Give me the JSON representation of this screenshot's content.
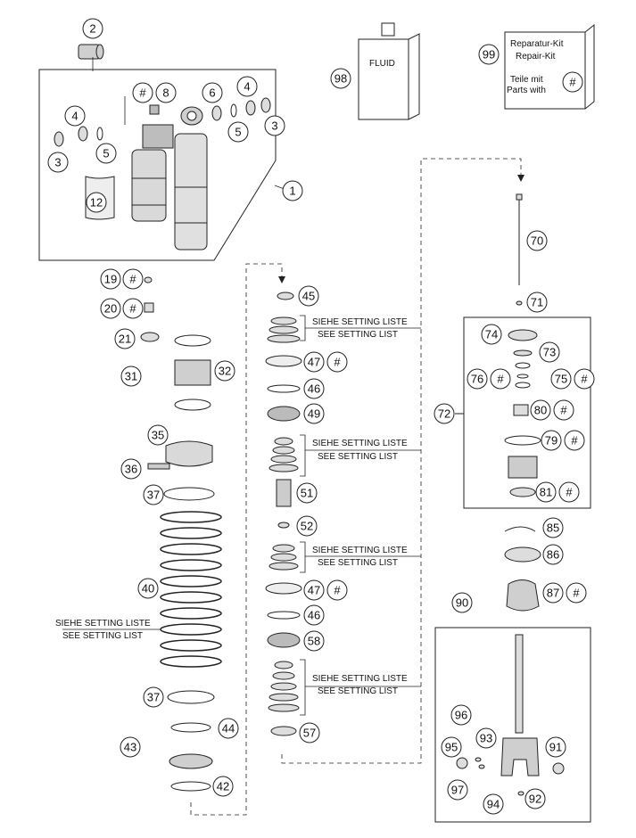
{
  "fluid_label": "FLUID",
  "kit": {
    "line1": "Reparatur-Kit",
    "line2": "Repair-Kit",
    "line3": "Teile mit",
    "line4": "Parts with",
    "symbol": "#"
  },
  "hash_symbol": "#",
  "setting_note": {
    "de": "SIEHE SETTING LISTE",
    "en": "SEE SETTING LIST"
  },
  "callouts": [
    "1",
    "2",
    "3",
    "4",
    "5",
    "6",
    "8",
    "12",
    "19",
    "20",
    "21",
    "31",
    "32",
    "35",
    "36",
    "37",
    "40",
    "42",
    "43",
    "44",
    "45",
    "46",
    "47",
    "49",
    "51",
    "52",
    "57",
    "58",
    "70",
    "71",
    "72",
    "73",
    "74",
    "75",
    "76",
    "79",
    "80",
    "81",
    "85",
    "86",
    "87",
    "90",
    "91",
    "92",
    "93",
    "94",
    "95",
    "96",
    "97",
    "98",
    "99"
  ]
}
